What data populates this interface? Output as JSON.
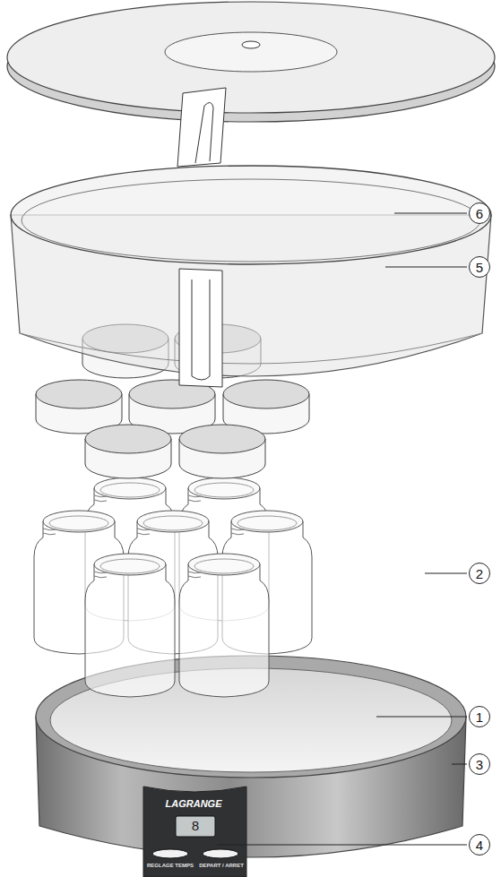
{
  "diagram": {
    "nodes": [
      {
        "text": [
          "6"
        ]
      },
      {
        "text": [
          "5"
        ]
      },
      {
        "text": [
          "2"
        ]
      },
      {
        "text": [
          "1"
        ]
      },
      {
        "text": [
          "3"
        ]
      },
      {
        "text": [
          "4"
        ]
      }
    ],
    "labels": [
      "LAGRANGE",
      "8",
      "REGLAGE TEMPS",
      "DEPART / ARRET"
    ]
  }
}
